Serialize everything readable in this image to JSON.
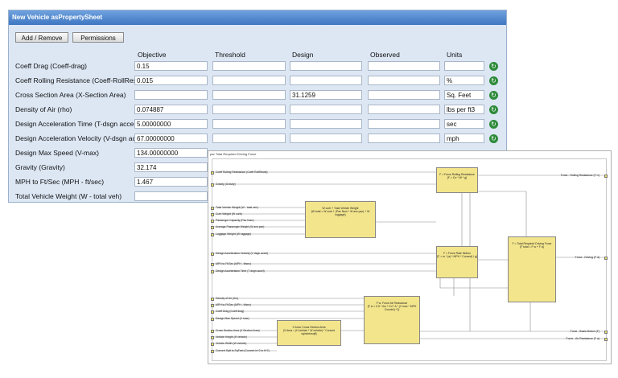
{
  "window_title": "New Vehicle  asPropertySheet",
  "buttons": {
    "add_remove": "Add / Remove",
    "permissions": "Permissions"
  },
  "columns": [
    "Objective",
    "Threshold",
    "Design",
    "Observed",
    "Units"
  ],
  "rows": [
    {
      "label": "Coeff Drag (Coeff-drag)",
      "objective": "0.15",
      "threshold": "",
      "design": "",
      "observed": "",
      "units": ""
    },
    {
      "label": "Coeff Rolling Resistance (Coeff-RollResist)",
      "objective": "0.015",
      "threshold": "",
      "design": "",
      "observed": "",
      "units": "%"
    },
    {
      "label": "Cross Section Area (X-Section Area)",
      "objective": "",
      "threshold": "",
      "design": "31.1259",
      "observed": "",
      "units": "Sq. Feet"
    },
    {
      "label": "Density of Air (rho)",
      "objective": "0.074887",
      "threshold": "",
      "design": "",
      "observed": "",
      "units": "lbs per ft3"
    },
    {
      "label": "Design Acceleration Time (T-dsgn accel)",
      "objective": "5.00000000",
      "threshold": "",
      "design": "",
      "observed": "",
      "units": "sec"
    },
    {
      "label": "Design Acceleration Velocity (V-dsgn accel)",
      "objective": "67.00000000",
      "threshold": "",
      "design": "",
      "observed": "",
      "units": "mph"
    },
    {
      "label": "Design Max Speed (V-max)",
      "objective": "134.00000000",
      "threshold": "",
      "design": "",
      "observed": "",
      "units": ""
    },
    {
      "label": "Gravity (Gravity)",
      "objective": "32.174",
      "threshold": "",
      "design": "",
      "observed": "",
      "units": ""
    },
    {
      "label": "MPH to Ft/Sec (MPH - ft/sec)",
      "objective": "1.467",
      "threshold": "",
      "design": "",
      "observed": "",
      "units": ""
    },
    {
      "label": "Total Vehicle Weight (W - total veh)",
      "objective": "",
      "threshold": "",
      "design": "",
      "observed": "",
      "units": ""
    }
  ],
  "refresh_icon": "refresh-icon",
  "diagram": {
    "title": "par Total Required Driving Force",
    "inputs": [
      "Coeff Rolling Resistance (Coeff RollResist)",
      "Gravity (Gravity)",
      "Total Vehicle Weight (W - total veh)",
      "Curb Weight (W curb)",
      "Passenger Capacity (Pax Num)",
      "Average Passenger Weight (W ave pax)",
      "Luggage Weight (W luggage)",
      "Design Acceleration Velocity (V dsgn accel)",
      "MPH to Ft/Sec (MPH - ft/sec)",
      "Design Acceleration Time (T dsgn accel)",
      "Density of Air (rho)",
      "MPH to Ft/Sec (MPH - ft/sec)",
      "Coeff Drag (Coeff drag)",
      "Design Max Speed (V max)",
      "Cross Section Area (X Section Area)",
      "Vehicle Height (H vehicle)",
      "Vehicle Width (W vehicle)",
      "Convert Sqft to SqFeet (Convert in^2 to ft^2)"
    ],
    "boxes": [
      {
        "title": "F = Force Rolling Resistance",
        "eq": "{F = Crr * W * g}"
      },
      {
        "title": "W curb + Total Vehicle Weight",
        "eq": "{W total = W curb + (Pax Num * W ave pax) + W luggage}"
      },
      {
        "title": "F = Force Rate Motion",
        "eq": "{F = m * (a) * MPH * Convert] / g}"
      },
      {
        "title": "F = Total Required Driving Force",
        "eq": "{F total = F w + F a}"
      },
      {
        "title": "F w: Force Air Resistance",
        "eq": "{F w = 0.5 * rho * Cd * A * (V max * MPH Convert) ^2}"
      },
      {
        "title": "X Area: Cross Section Area",
        "eq": "{X Area = (H vehicle * W vehicle) * Convert sqinchtosqft}"
      }
    ],
    "outputs": [
      "Force - Rolling Resistance (F rr)",
      "Force - Driving (F d)",
      "Force - Basic Motion (F)",
      "Force - Air Resistance (F a)"
    ]
  }
}
